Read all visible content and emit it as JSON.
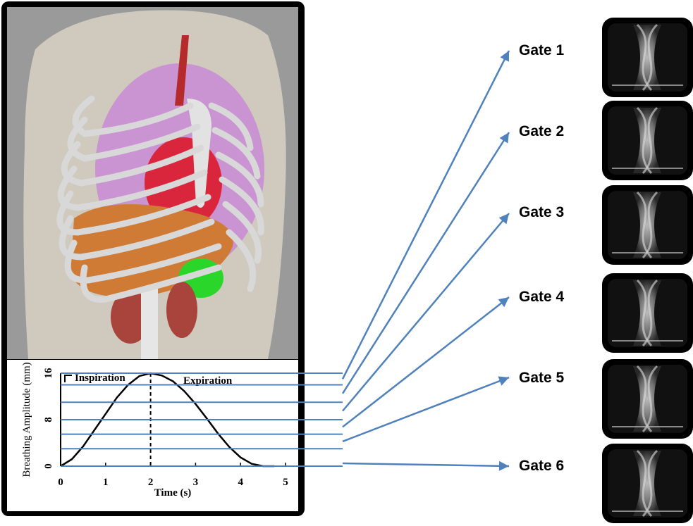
{
  "figure": {
    "anatomy_image": "thorax-anatomy-phantom",
    "colors": {
      "torso_background": "#cfcabd",
      "ribs": "#d8d8d8",
      "lungs": "#c98ad6",
      "heart": "#d9263c",
      "liver": "#cf7b36",
      "stomach": "#2bd62b",
      "kidneys": "#a8443b",
      "aorta": "#b52a2a",
      "arrow": "#4f81bd"
    }
  },
  "chart_data": {
    "type": "line",
    "xlabel": "Time (s)",
    "ylabel": "Breathing Amplitude (mm)",
    "xlim": [
      0,
      5
    ],
    "ylim": [
      0,
      16
    ],
    "xticks": [
      "0",
      "1",
      "2",
      "3",
      "4",
      "5"
    ],
    "yticks": [
      "0",
      "8",
      "16"
    ],
    "phase_labels": [
      "Inspiration",
      "Expiration"
    ],
    "phase_boundary_x": 2,
    "series": [
      {
        "x": [
          0,
          0.25,
          0.5,
          0.75,
          1.0,
          1.25,
          1.5,
          1.75,
          2.0,
          2.25,
          2.5,
          2.75,
          3.0,
          3.25,
          3.5,
          3.75,
          4.0,
          4.25,
          4.5,
          4.75
        ],
        "y": [
          0,
          1.2,
          3.4,
          6.2,
          9.0,
          11.8,
          14.0,
          15.5,
          16.0,
          15.6,
          14.6,
          12.9,
          10.7,
          8.2,
          5.6,
          3.3,
          1.5,
          0.4,
          0,
          0
        ]
      }
    ],
    "gate_levels": [
      16,
      14,
      11,
      8,
      5.5,
      3,
      0
    ]
  },
  "gates": [
    {
      "label": "Gate 1"
    },
    {
      "label": "Gate 2"
    },
    {
      "label": "Gate 3"
    },
    {
      "label": "Gate 4"
    },
    {
      "label": "Gate 5"
    },
    {
      "label": "Gate 6"
    }
  ]
}
